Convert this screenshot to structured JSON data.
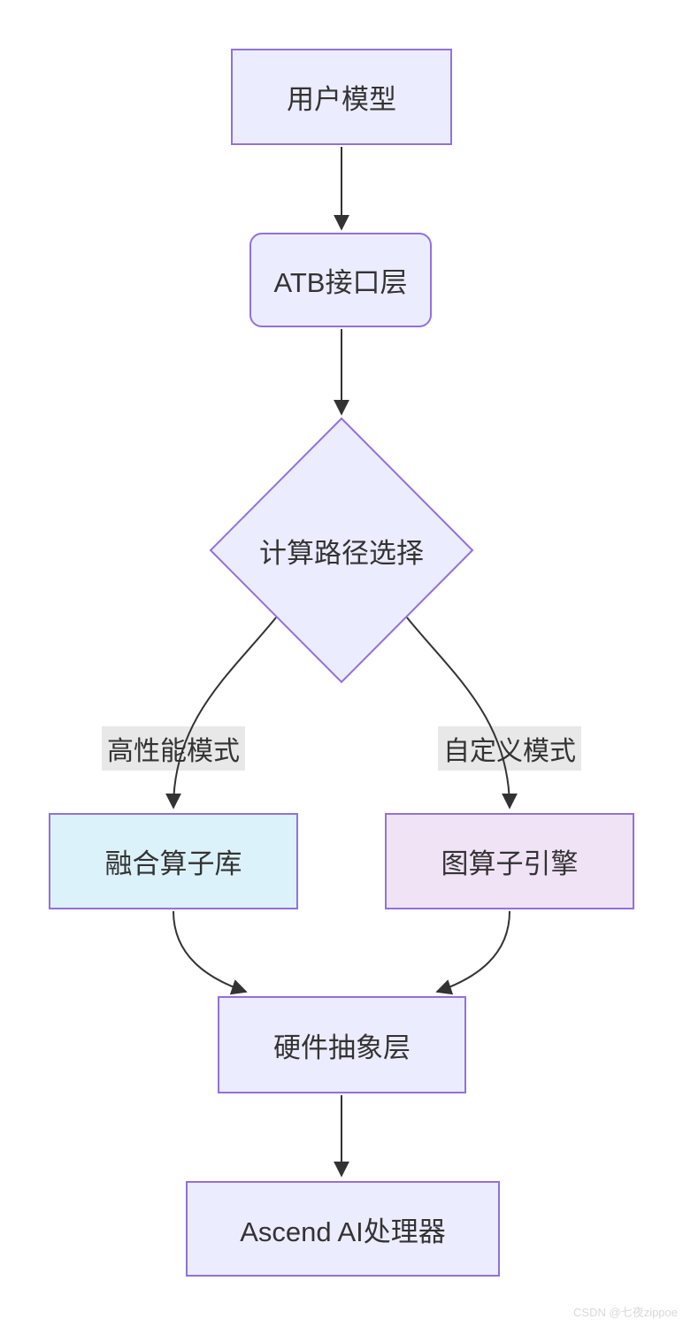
{
  "diagram": {
    "type": "flowchart",
    "background_color": "#ffffff",
    "edge_color": "#333333",
    "node_border_color": "#9370DB",
    "nodes": {
      "user_model": {
        "label": "用户模型",
        "shape": "rectangle",
        "fill": "#ECECFF"
      },
      "atb_layer": {
        "label": "ATB接口层",
        "shape": "rounded-rectangle",
        "fill": "#ECECFF"
      },
      "path_decision": {
        "label": "计算路径选择",
        "shape": "diamond",
        "fill": "#ECECFF"
      },
      "fused_op_lib": {
        "label": "融合算子库",
        "shape": "rectangle",
        "fill": "#DCF2FA"
      },
      "graph_engine": {
        "label": "图算子引擎",
        "shape": "rectangle",
        "fill": "#F0E3F6"
      },
      "hardware_abstraction": {
        "label": "硬件抽象层",
        "shape": "rectangle",
        "fill": "#ECECFF"
      },
      "ascend_processor": {
        "label": "Ascend AI处理器",
        "shape": "rectangle",
        "fill": "#ECECFF"
      }
    },
    "edge_labels": {
      "high_performance_mode": {
        "label": "高性能模式",
        "bg": "#e8e8e8"
      },
      "custom_mode": {
        "label": "自定义模式",
        "bg": "#e8e8e8"
      }
    },
    "edges": [
      {
        "from": "user_model",
        "to": "atb_layer"
      },
      {
        "from": "atb_layer",
        "to": "path_decision"
      },
      {
        "from": "path_decision",
        "to": "fused_op_lib",
        "label": "高性能模式"
      },
      {
        "from": "path_decision",
        "to": "graph_engine",
        "label": "自定义模式"
      },
      {
        "from": "fused_op_lib",
        "to": "hardware_abstraction"
      },
      {
        "from": "graph_engine",
        "to": "hardware_abstraction"
      },
      {
        "from": "hardware_abstraction",
        "to": "ascend_processor"
      }
    ],
    "watermark": "CSDN @七夜zippoe"
  }
}
